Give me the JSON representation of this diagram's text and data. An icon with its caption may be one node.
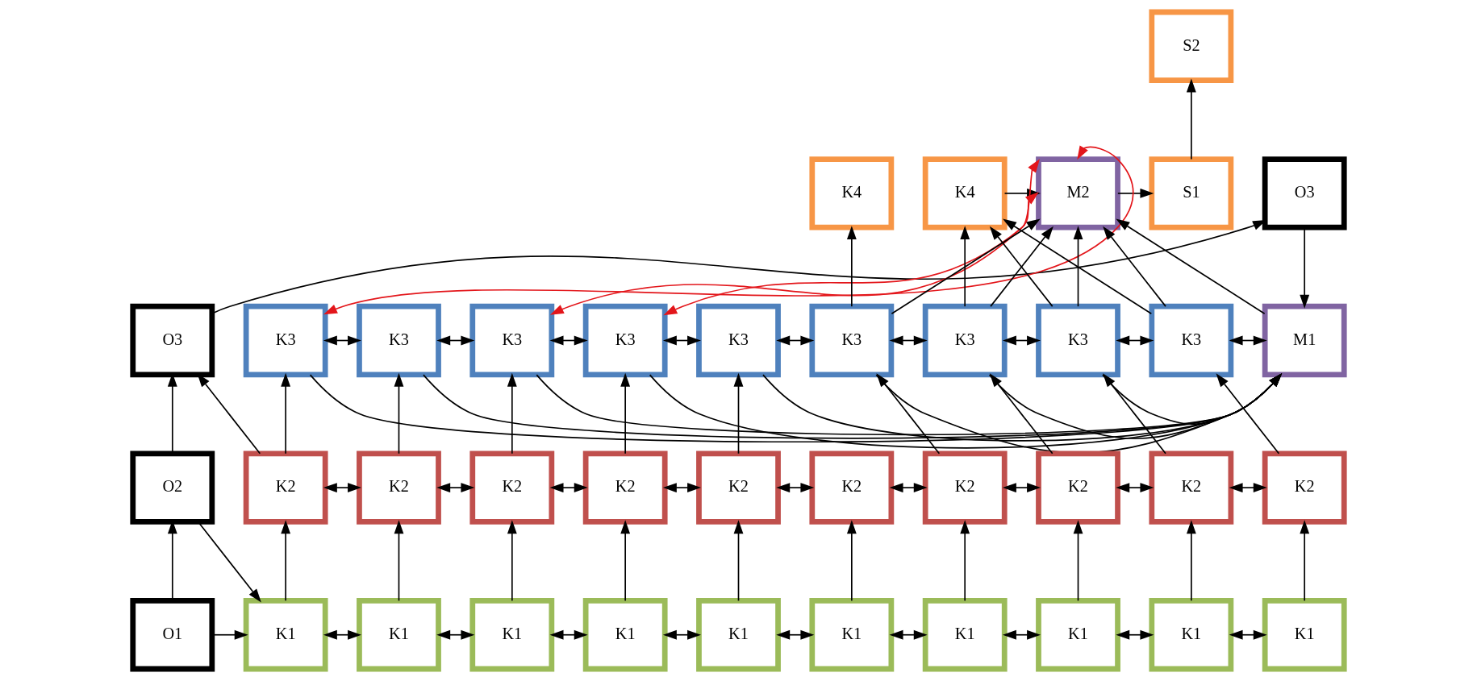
{
  "diagram": {
    "nodes": [
      {
        "text": [
          "S2"
        ]
      },
      {
        "text": [
          "O3"
        ]
      },
      {
        "text": [
          "K4"
        ]
      },
      {
        "text": [
          "K4"
        ]
      },
      {
        "text": [
          "M2"
        ]
      },
      {
        "text": [
          "S1"
        ]
      },
      {
        "text": [
          "O3"
        ]
      },
      {
        "text": [
          "K3"
        ]
      },
      {
        "text": [
          "K3"
        ]
      },
      {
        "text": [
          "K3"
        ]
      },
      {
        "text": [
          "K3"
        ]
      },
      {
        "text": [
          "K3"
        ]
      },
      {
        "text": [
          "K3"
        ]
      },
      {
        "text": [
          "K3"
        ]
      },
      {
        "text": [
          "K3"
        ]
      },
      {
        "text": [
          "K3"
        ]
      },
      {
        "text": [
          "M1"
        ]
      },
      {
        "text": [
          "O2"
        ]
      },
      {
        "text": [
          "K2"
        ]
      },
      {
        "text": [
          "K2"
        ]
      },
      {
        "text": [
          "K2"
        ]
      },
      {
        "text": [
          "K2"
        ]
      },
      {
        "text": [
          "K2"
        ]
      },
      {
        "text": [
          "K2"
        ]
      },
      {
        "text": [
          "K2"
        ]
      },
      {
        "text": [
          "K2"
        ]
      },
      {
        "text": [
          "K2"
        ]
      },
      {
        "text": [
          "K2"
        ]
      },
      {
        "text": [
          "O1"
        ]
      },
      {
        "text": [
          "K1"
        ]
      },
      {
        "text": [
          "K1"
        ]
      },
      {
        "text": [
          "K1"
        ]
      },
      {
        "text": [
          "K1"
        ]
      },
      {
        "text": [
          "K1"
        ]
      },
      {
        "text": [
          "K1"
        ]
      },
      {
        "text": [
          "K1"
        ]
      },
      {
        "text": [
          "K1"
        ]
      },
      {
        "text": [
          "K1"
        ]
      },
      {
        "text": [
          "K1"
        ]
      }
    ],
    "edges": [
      {
        "from": 28,
        "to": 17,
        "arrow": "to"
      },
      {
        "from": 17,
        "to": 6,
        "arrow": "to"
      },
      {
        "from": 6,
        "to": 1,
        "arrow": "to"
      },
      {
        "from": 28,
        "to": 29,
        "arrow": "to"
      },
      {
        "from": 17,
        "to": 29,
        "arrow": "to"
      },
      {
        "from": 18,
        "to": 6,
        "arrow": "to"
      },
      {
        "from": 29,
        "to": 18,
        "arrow": "to"
      },
      {
        "from": 30,
        "to": 19,
        "arrow": "to"
      },
      {
        "from": 31,
        "to": 20,
        "arrow": "to"
      },
      {
        "from": 32,
        "to": 21,
        "arrow": "to"
      },
      {
        "from": 33,
        "to": 22,
        "arrow": "to"
      },
      {
        "from": 34,
        "to": 23,
        "arrow": "to"
      },
      {
        "from": 35,
        "to": 24,
        "arrow": "to"
      },
      {
        "from": 36,
        "to": 25,
        "arrow": "to"
      },
      {
        "from": 37,
        "to": 26,
        "arrow": "to"
      },
      {
        "from": 38,
        "to": 27,
        "arrow": "to"
      },
      {
        "from": 29,
        "to": 30,
        "arrow": "both"
      },
      {
        "from": 30,
        "to": 31,
        "arrow": "both"
      },
      {
        "from": 31,
        "to": 32,
        "arrow": "both"
      },
      {
        "from": 32,
        "to": 33,
        "arrow": "both"
      },
      {
        "from": 33,
        "to": 34,
        "arrow": "both"
      },
      {
        "from": 34,
        "to": 35,
        "arrow": "both"
      },
      {
        "from": 35,
        "to": 36,
        "arrow": "both"
      },
      {
        "from": 36,
        "to": 37,
        "arrow": "both"
      },
      {
        "from": 37,
        "to": 38,
        "arrow": "both"
      },
      {
        "from": 18,
        "to": 19,
        "arrow": "both"
      },
      {
        "from": 19,
        "to": 20,
        "arrow": "both"
      },
      {
        "from": 20,
        "to": 21,
        "arrow": "both"
      },
      {
        "from": 21,
        "to": 22,
        "arrow": "both"
      },
      {
        "from": 22,
        "to": 23,
        "arrow": "both"
      },
      {
        "from": 23,
        "to": 24,
        "arrow": "both"
      },
      {
        "from": 24,
        "to": 25,
        "arrow": "both"
      },
      {
        "from": 25,
        "to": 26,
        "arrow": "both"
      },
      {
        "from": 26,
        "to": 27,
        "arrow": "both"
      },
      {
        "from": 18,
        "to": 7,
        "arrow": "to"
      },
      {
        "from": 19,
        "to": 8,
        "arrow": "to"
      },
      {
        "from": 20,
        "to": 9,
        "arrow": "to"
      },
      {
        "from": 21,
        "to": 10,
        "arrow": "to"
      },
      {
        "from": 22,
        "to": 11,
        "arrow": "to"
      },
      {
        "from": 24,
        "to": 12,
        "arrow": "to"
      },
      {
        "from": 25,
        "to": 13,
        "arrow": "to"
      },
      {
        "from": 26,
        "to": 14,
        "arrow": "to"
      },
      {
        "from": 27,
        "to": 15,
        "arrow": "to"
      },
      {
        "from": 7,
        "to": 8,
        "arrow": "both"
      },
      {
        "from": 8,
        "to": 9,
        "arrow": "both"
      },
      {
        "from": 9,
        "to": 10,
        "arrow": "both"
      },
      {
        "from": 10,
        "to": 11,
        "arrow": "both"
      },
      {
        "from": 11,
        "to": 12,
        "arrow": "both"
      },
      {
        "from": 12,
        "to": 13,
        "arrow": "both"
      },
      {
        "from": 13,
        "to": 14,
        "arrow": "both"
      },
      {
        "from": 14,
        "to": 15,
        "arrow": "both"
      },
      {
        "from": 15,
        "to": 16,
        "arrow": "both"
      },
      {
        "from": 1,
        "to": 16,
        "arrow": "to"
      },
      {
        "from": 7,
        "to": 16,
        "arrow": "to"
      },
      {
        "from": 8,
        "to": 16,
        "arrow": "to"
      },
      {
        "from": 9,
        "to": 16,
        "arrow": "to"
      },
      {
        "from": 10,
        "to": 16,
        "arrow": "to"
      },
      {
        "from": 11,
        "to": 16,
        "arrow": "to"
      },
      {
        "from": 12,
        "to": 16,
        "arrow": "to"
      },
      {
        "from": 13,
        "to": 16,
        "arrow": "to"
      },
      {
        "from": 14,
        "to": 16,
        "arrow": "to"
      },
      {
        "from": 12,
        "to": 2,
        "arrow": "to"
      },
      {
        "from": 13,
        "to": 3,
        "arrow": "to"
      },
      {
        "from": 14,
        "to": 3,
        "arrow": "to"
      },
      {
        "from": 15,
        "to": 3,
        "arrow": "to"
      },
      {
        "from": 12,
        "to": 4,
        "arrow": "to"
      },
      {
        "from": 13,
        "to": 4,
        "arrow": "to"
      },
      {
        "from": 14,
        "to": 4,
        "arrow": "to"
      },
      {
        "from": 15,
        "to": 4,
        "arrow": "to"
      },
      {
        "from": 3,
        "to": 4,
        "arrow": "to"
      },
      {
        "from": 16,
        "to": 4,
        "arrow": "to"
      },
      {
        "from": 4,
        "to": 5,
        "arrow": "to"
      },
      {
        "from": 5,
        "to": 0,
        "arrow": "to"
      },
      {
        "from": 7,
        "to": 4,
        "arrow": "both",
        "color": "#e3161b"
      },
      {
        "from": 9,
        "to": 4,
        "arrow": "both",
        "color": "#e3161b"
      },
      {
        "from": 10,
        "to": 4,
        "arrow": "both",
        "color": "#e3161b"
      }
    ]
  }
}
